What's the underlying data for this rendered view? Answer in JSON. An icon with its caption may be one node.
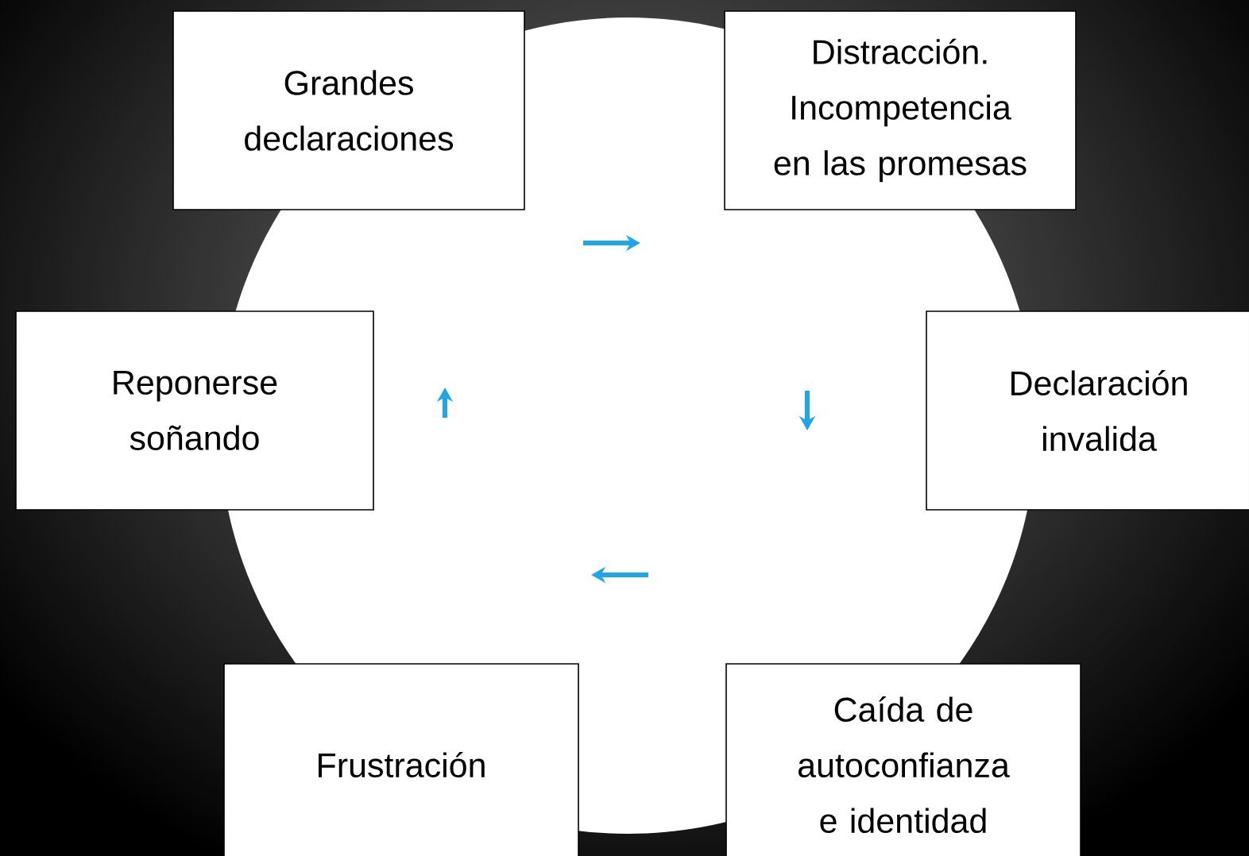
{
  "diagram": {
    "nodes": [
      {
        "text": [
          "Grandes declaraciones"
        ]
      },
      {
        "text": [
          "Distracción. Incompetencia en las promesas"
        ]
      },
      {
        "text": [
          "Reponerse soñando"
        ]
      },
      {
        "text": [
          "Declaración invalida"
        ]
      },
      {
        "text": [
          "Frustración"
        ]
      },
      {
        "text": [
          "Caída de autoconfianza e identidad"
        ]
      }
    ]
  }
}
